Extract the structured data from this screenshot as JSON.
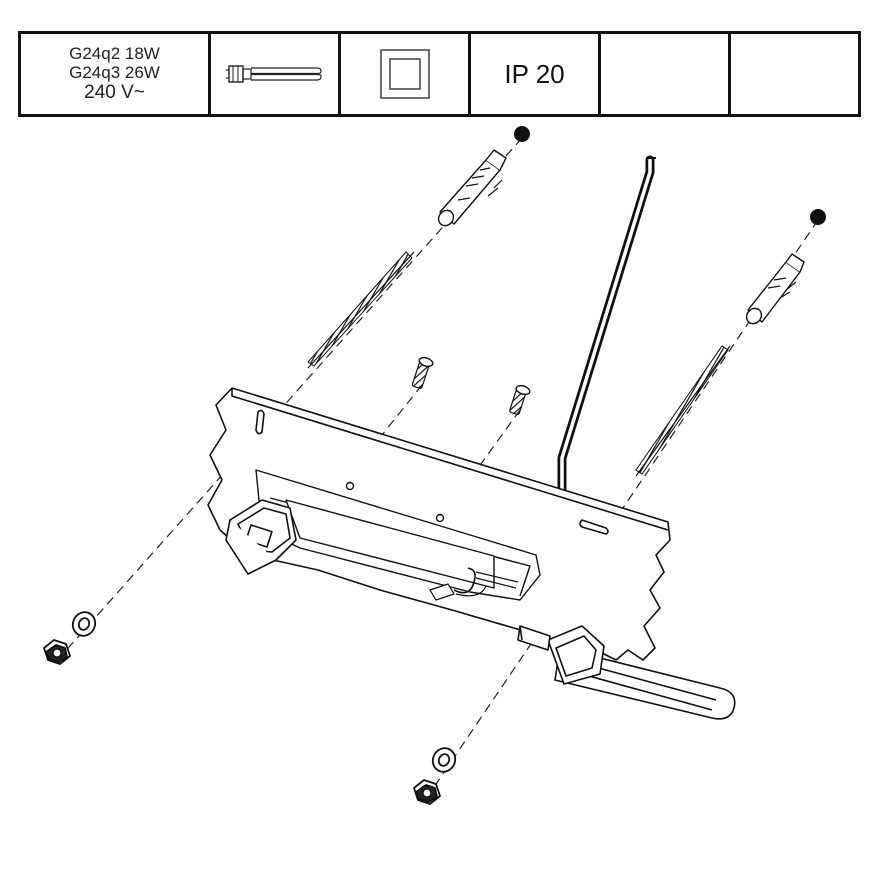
{
  "spec_table": {
    "lamp_types": [
      "G24q2 18W",
      "G24q3 26W"
    ],
    "voltage": "240 V~",
    "lamp_icon": "compact-fluorescent-lamp-icon",
    "class_icon": "double-insulation-class-ii-icon",
    "ip_rating": "IP 20"
  }
}
